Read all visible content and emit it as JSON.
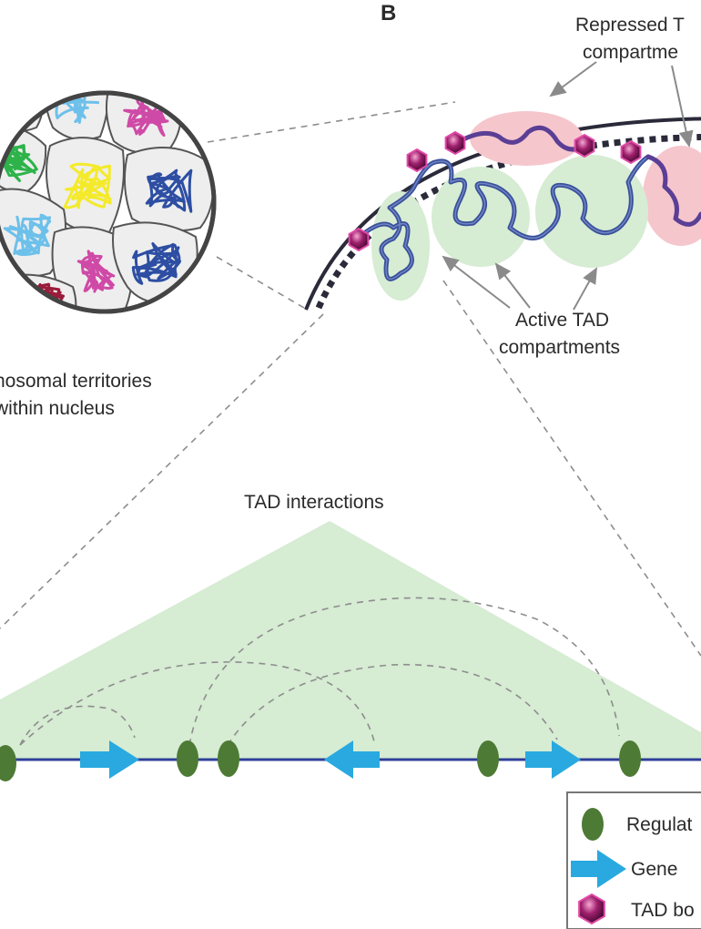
{
  "panel_label": "B",
  "left_caption": {
    "line1": "nosomal territories",
    "line2": "within nucleus"
  },
  "repressed_label": {
    "line1": "Repressed T",
    "line2": "compartme"
  },
  "active_label": {
    "line1": "Active TAD",
    "line2": "compartments"
  },
  "interactions_title": "TAD interactions",
  "legend": {
    "regulatory": "Regulat",
    "gene": "Gene",
    "boundary": "TAD bo"
  },
  "colors": {
    "chromatin_blue": "#3a4f9a",
    "active_green": "#d6ecd3",
    "repressed_pink": "#f6c6cd",
    "boundary_magenta": "#b0137a",
    "gene_cyan": "#29a9e0",
    "regulatory_green": "#4d7a34",
    "territory_colors": [
      "#9b1b3b",
      "#6dc0ea",
      "#cf4aa6",
      "#2db34a",
      "#f4ea2a",
      "#2d4ea3",
      "#6dc0ea",
      "#cf4aa6",
      "#2d4ea3",
      "#9b1b3b"
    ]
  }
}
